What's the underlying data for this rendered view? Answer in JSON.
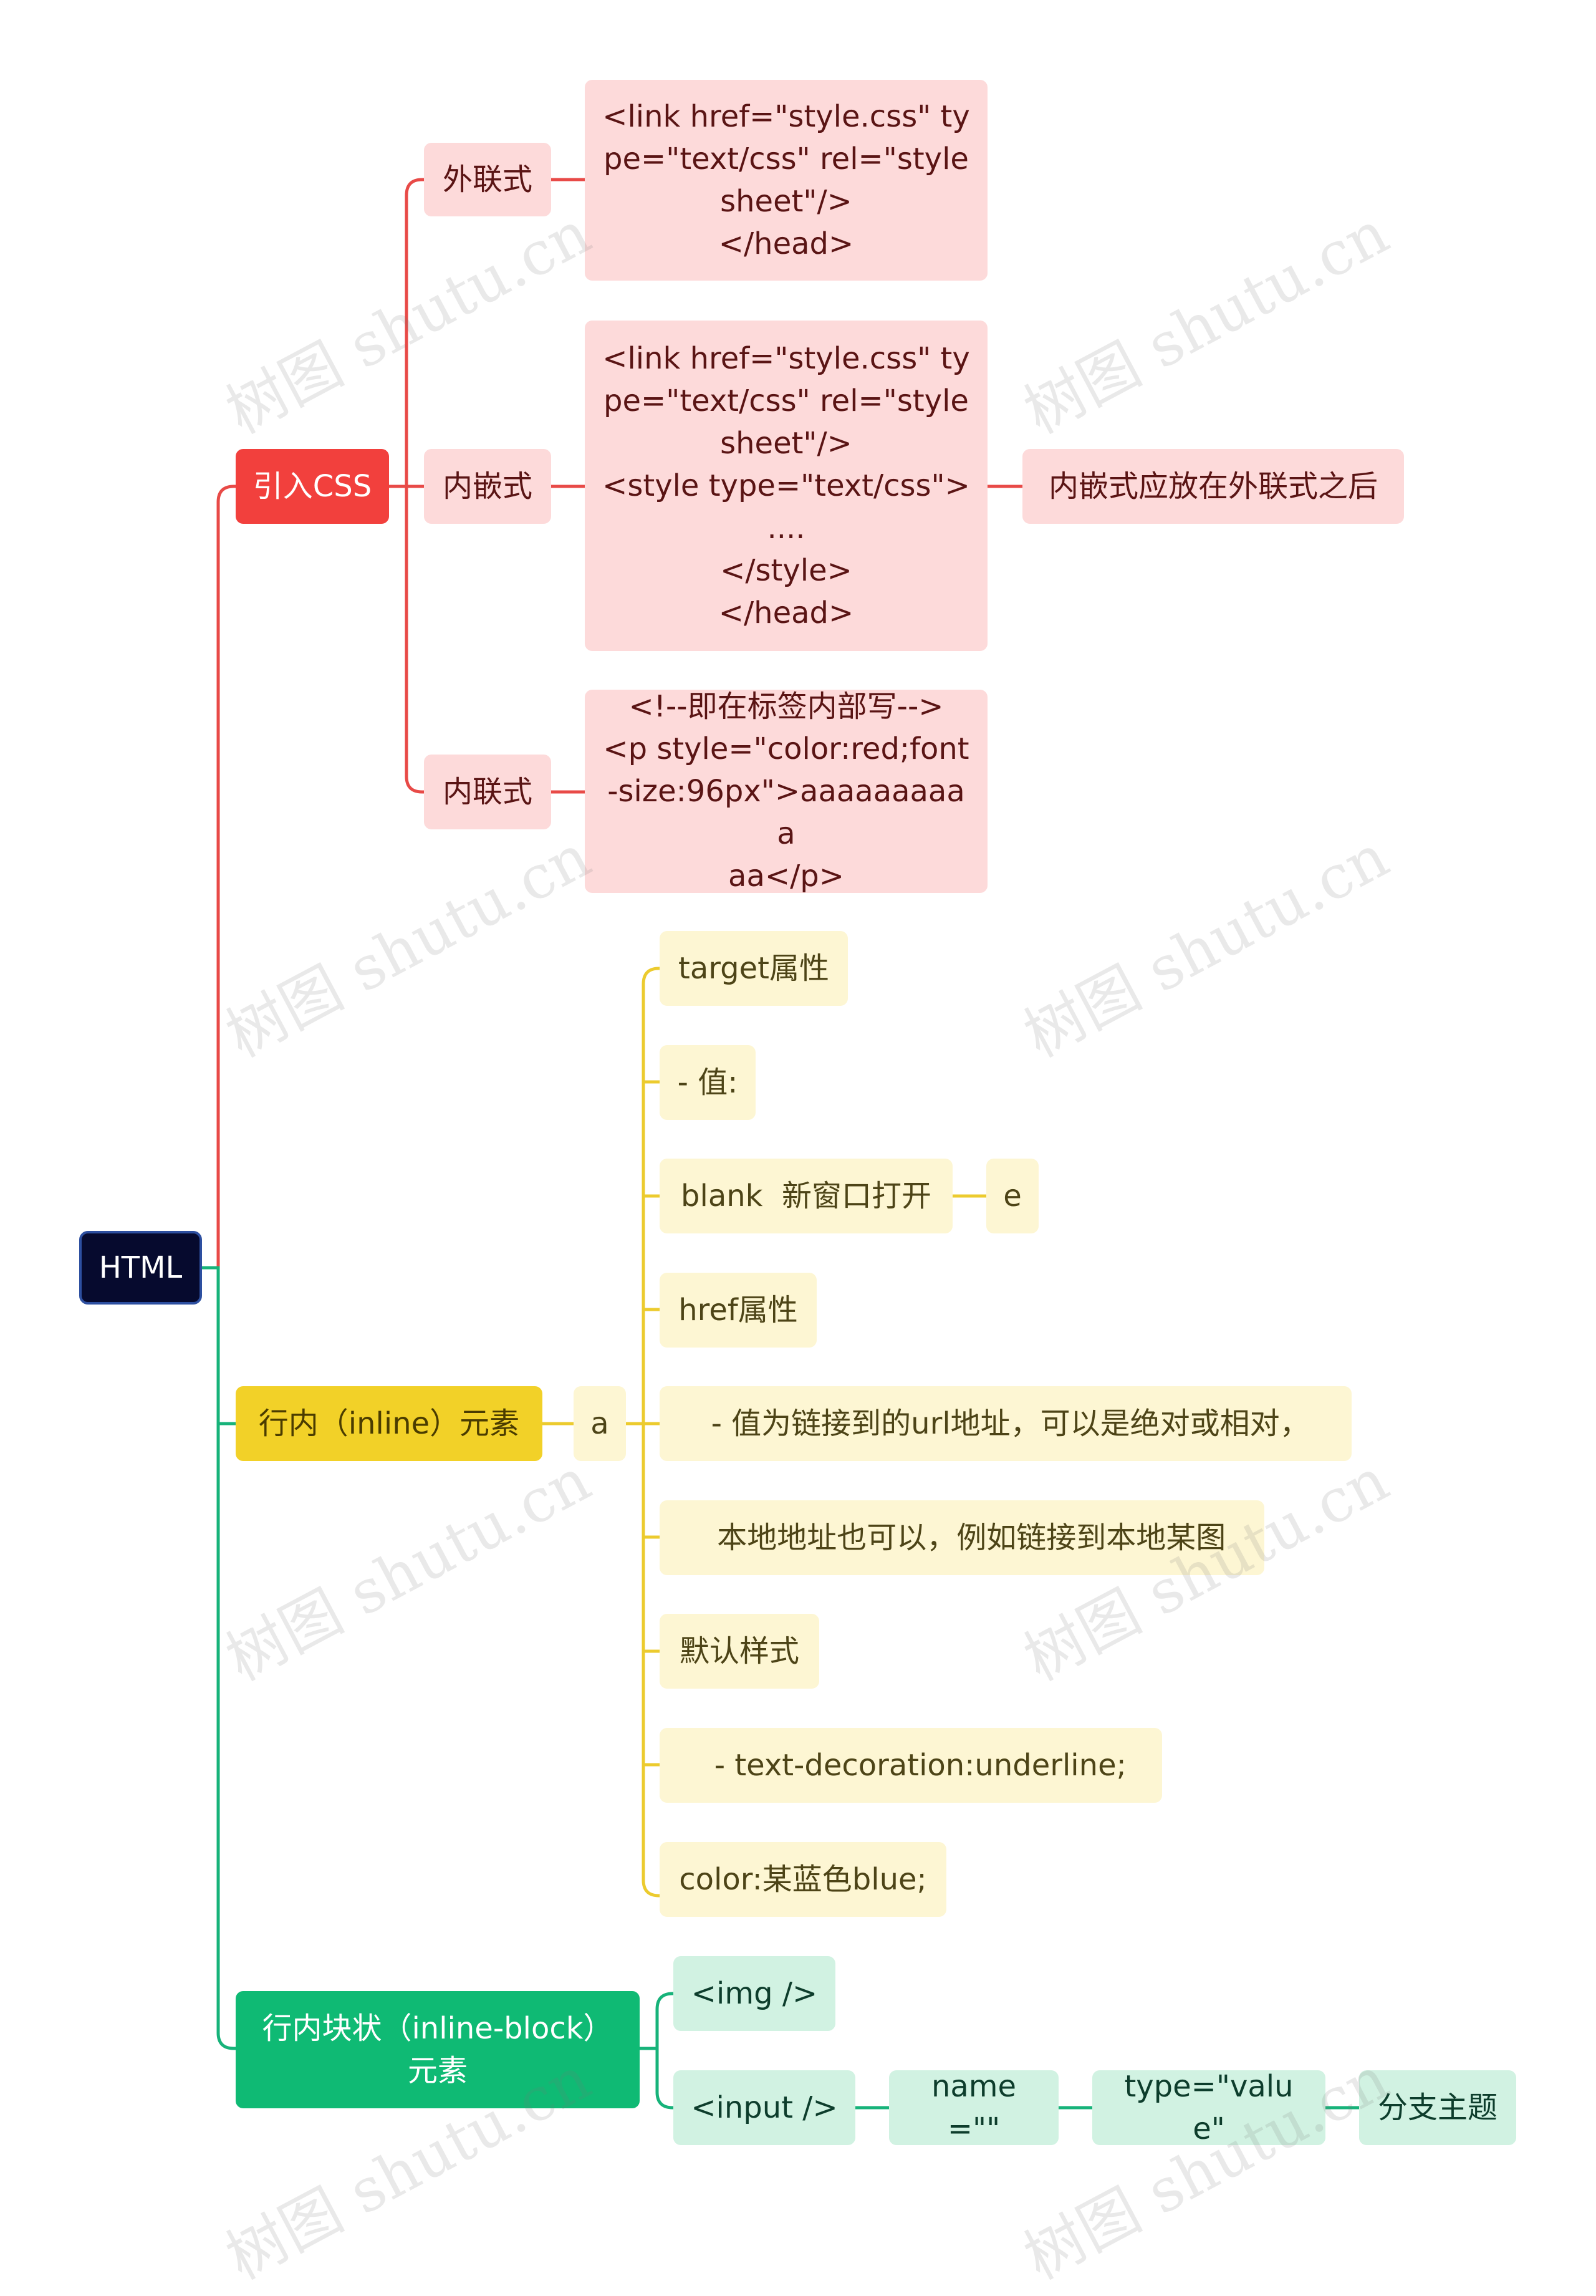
{
  "colors": {
    "red_branch": "#e84a47",
    "yellow_branch": "#eccb2e",
    "green_branch": "#17b37a",
    "root_bg": "#060a2e"
  },
  "root": {
    "label": "HTML"
  },
  "branches": {
    "css": {
      "label": "引入CSS",
      "external": {
        "label": "外联式",
        "code": "<link  href=\"style.css\" ty\npe=\"text/css\" rel=\"style\nsheet\"/>\n</head>"
      },
      "embedded": {
        "label": "内嵌式",
        "code": "<link  href=\"style.css\" ty\npe=\"text/css\" rel=\"style\nsheet\"/>\n<style type=\"text/css\">\n....\n</style>\n</head>",
        "note": "内嵌式应放在外联式之后"
      },
      "inline": {
        "label": "内联式",
        "code": "<!--即在标签内部写-->\n<p style=\"color:red;font\n-size:96px\">aaaaaaaaaa\naa</p>"
      }
    },
    "inline_elements": {
      "label": "行内（inline）元素",
      "child": "a",
      "items": [
        "target属性",
        "- 值:",
        "blank  新窗口打开",
        "href属性",
        " - 值为链接到的url地址，可以是绝对或相对，",
        "  本地地址也可以，例如链接到本地某图",
        "默认样式",
        "  - text-decoration:underline;",
        "color:某蓝色blue;"
      ],
      "blank_child": "e"
    },
    "inline_block": {
      "label": "行内块状（inline-block）\n元素",
      "img": "<img />",
      "input": "<input />",
      "name_attr": "name=\"\"",
      "type_attr": "type=\"value\"",
      "topic": "分支主题"
    }
  },
  "watermark": "树图 shutu.cn"
}
